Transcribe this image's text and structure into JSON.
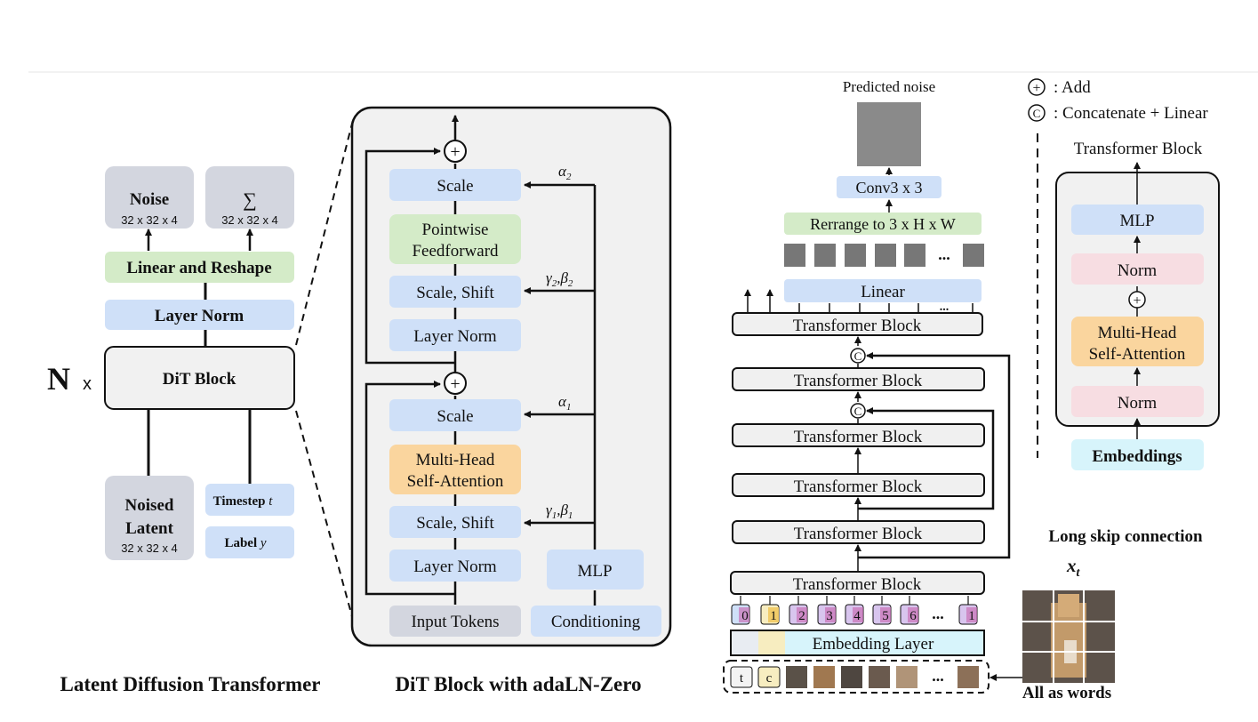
{
  "colors": {
    "blue": "#cfe0f8",
    "green": "#d4ebc8",
    "gray": "#d3d6df",
    "orange": "#fad59e",
    "pink": "#f7dde2",
    "cyan": "#d7f4fb",
    "panel": "#f1f1f1",
    "lightbox": "#f0f0f0",
    "darkpatch": "#777777"
  },
  "left": {
    "noise_title": "Noise",
    "noise_dims": "32 x 32 x 4",
    "sigma_symbol": "∑",
    "sigma_dims": "32 x 32 x 4",
    "linear_reshape": "Linear and Reshape",
    "layer_norm": "Layer Norm",
    "n_symbol": "N",
    "x_symbol": "x",
    "dit_block": "DiT Block",
    "noised_latent_line1": "Noised",
    "noised_latent_line2": "Latent",
    "noised_latent_dims": "32 x 32 x 4",
    "timestep": "Timestep",
    "timestep_var": "t",
    "label": "Label",
    "label_var": "y",
    "caption": "Latent Diffusion Transformer"
  },
  "middle": {
    "scale_top": "Scale",
    "ffn_line1": "Pointwise",
    "ffn_line2": "Feedforward",
    "scale_shift_top": "Scale, Shift",
    "layer_norm_top": "Layer Norm",
    "scale_bottom": "Scale",
    "mhsa_line1": "Multi-Head",
    "mhsa_line2": "Self-Attention",
    "scale_shift_bottom": "Scale, Shift",
    "layer_norm_bottom": "Layer Norm",
    "input_tokens": "Input Tokens",
    "mlp": "MLP",
    "conditioning": "Conditioning",
    "alpha2": "α",
    "alpha2_sub": "2",
    "gamma_beta2": "γ",
    "gamma_beta2_mid": ",β",
    "gb2_sub": "2",
    "alpha1": "α",
    "alpha1_sub": "1",
    "gamma_beta1": "γ",
    "gamma_beta1_mid": ",β",
    "gb1_sub": "1",
    "plus": "+",
    "caption": "DiT Block with adaLN-Zero"
  },
  "right": {
    "predicted_noise": "Predicted noise",
    "conv": "Conv3 x 3",
    "rearrange": "Rerrange to 3 x H x W",
    "linear": "Linear",
    "ellipsis": "...",
    "transformer_block": "Transformer Block",
    "concat_symbol": "C",
    "embedding_layer": "Embedding Layer",
    "token_labels": [
      "0",
      "1",
      "2",
      "3",
      "4",
      "5",
      "6",
      "1"
    ],
    "token_t": "t",
    "token_c": "c",
    "long_skip": "Long skip connection",
    "xt": "x",
    "xt_sub": "t",
    "all_as_words": "All as words"
  },
  "legend": {
    "add_symbol": "+",
    "add_label": ": Add",
    "concat_symbol": "C",
    "concat_label": ": Concatenate + Linear",
    "block_title": "Transformer Block",
    "mlp": "MLP",
    "norm_top": "Norm",
    "mhsa_line1": "Multi-Head",
    "mhsa_line2": "Self-Attention",
    "norm_bottom": "Norm",
    "embeddings": "Embeddings"
  }
}
